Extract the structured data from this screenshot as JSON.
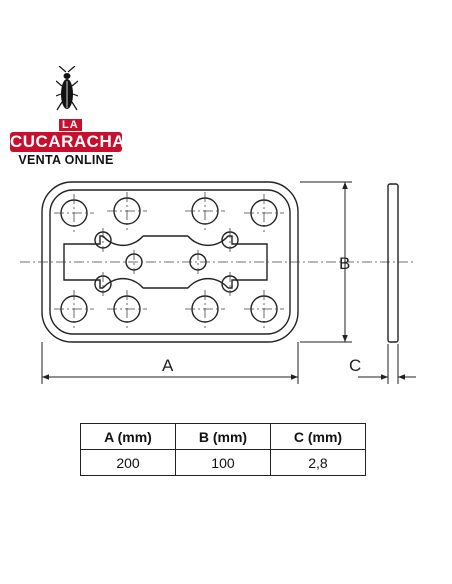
{
  "logo": {
    "icon": "cockroach-icon",
    "line1": "LA",
    "line2": "CUCARACHA",
    "line3": "VENTA ONLINE",
    "brand_color": "#c8102e"
  },
  "diagram": {
    "dimension_a": "A",
    "dimension_b": "B",
    "dimension_c": "C",
    "line_color": "#222222"
  },
  "table": {
    "headers": [
      "A (mm)",
      "B (mm)",
      "C (mm)"
    ],
    "row": [
      "200",
      "100",
      "2,8"
    ]
  }
}
